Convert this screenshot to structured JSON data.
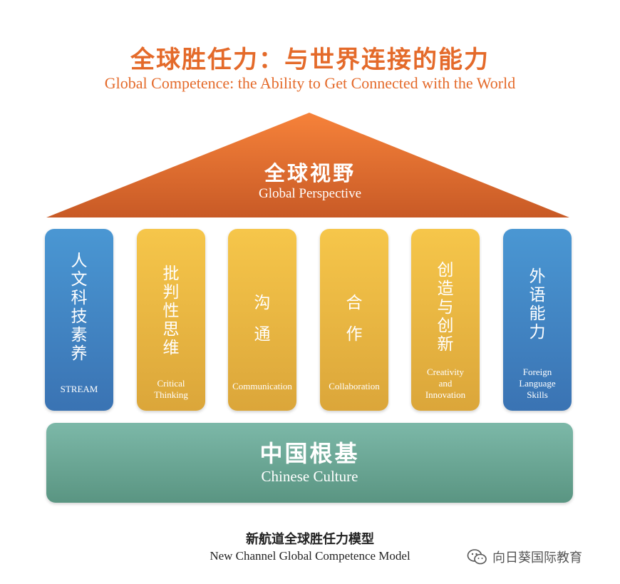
{
  "header": {
    "title_cn": "全球胜任力：与世界连接的能力",
    "title_en": "Global Competence: the Ability to Get Connected with the World"
  },
  "roof": {
    "label_cn": "全球视野",
    "label_en": "Global Perspective"
  },
  "pillars": [
    {
      "cn": "人文科技素养",
      "en": [
        "STREAM"
      ],
      "color": "blue"
    },
    {
      "cn": "批判性思维",
      "en": [
        "Critical",
        "Thinking"
      ],
      "color": "yellow"
    },
    {
      "cn": "沟通",
      "en": [
        "Communication"
      ],
      "color": "yellow"
    },
    {
      "cn": "合作",
      "en": [
        "Collaboration"
      ],
      "color": "yellow"
    },
    {
      "cn": "创造与创新",
      "en": [
        "Creativity",
        "and",
        "Innovation"
      ],
      "color": "yellow"
    },
    {
      "cn": "外语能力",
      "en": [
        "Foreign",
        "Language",
        "Skills"
      ],
      "color": "blue"
    }
  ],
  "base": {
    "label_cn": "中国根基",
    "label_en": "Chinese Culture"
  },
  "caption": {
    "cn": "新航道全球胜任力模型",
    "en": "New Channel Global Competence Model"
  },
  "watermark": {
    "icon": "wechat-icon",
    "text": "向日葵国际教育"
  },
  "colors": {
    "title": "#e46a2a",
    "roof_top": "#f6823a",
    "roof_bottom": "#c85a26",
    "pillar_blue": "#3f82c1",
    "pillar_yellow": "#eab845",
    "base": "#6aa896"
  }
}
